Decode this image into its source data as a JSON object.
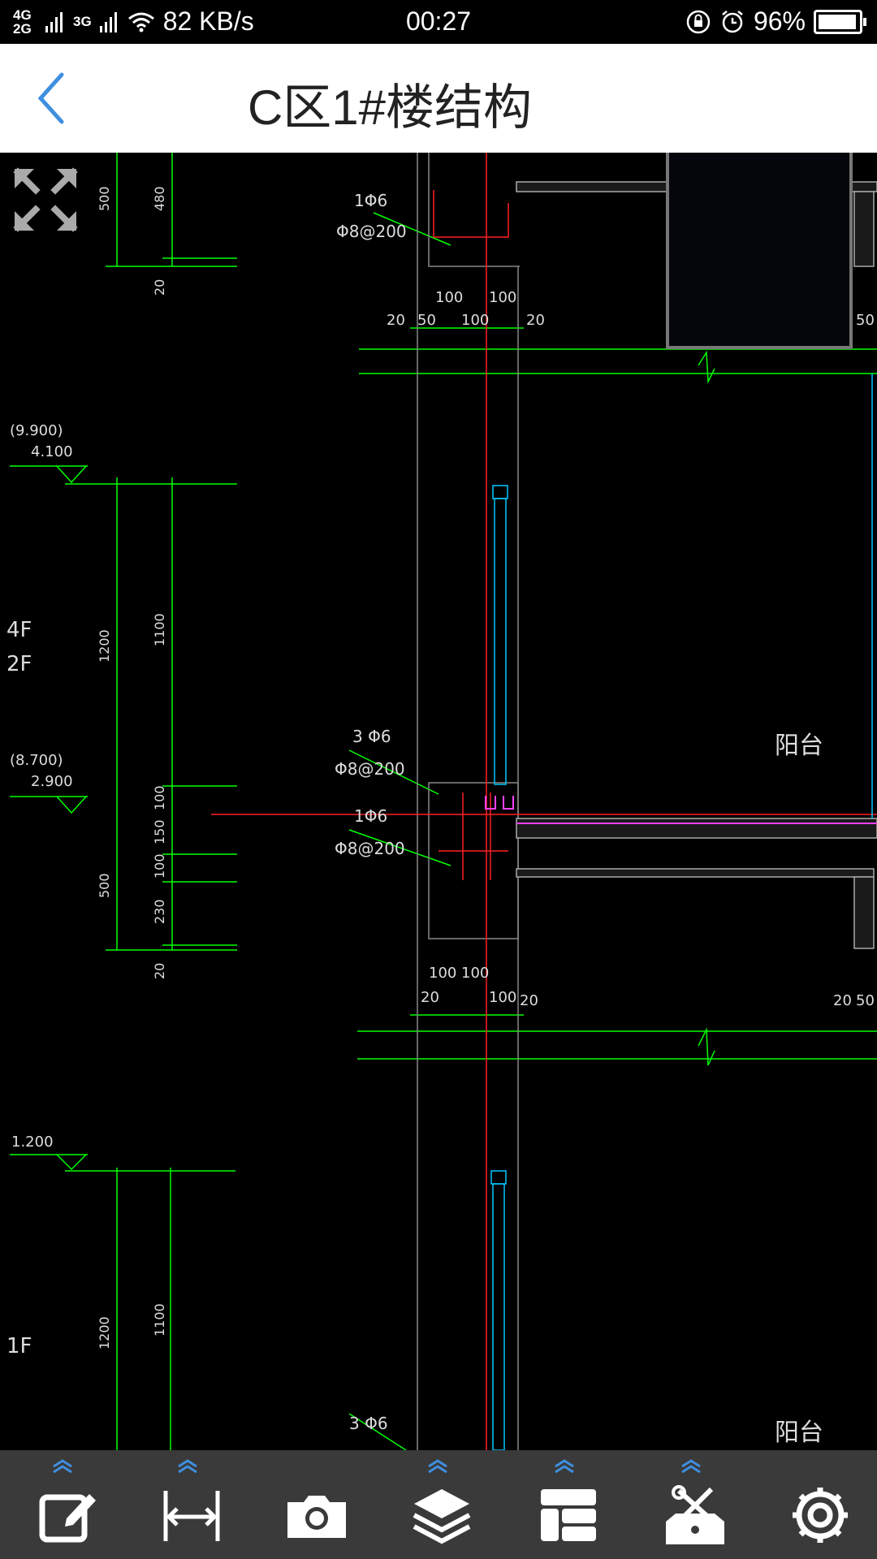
{
  "statusbar": {
    "network": "4G 2G",
    "network2": "3G",
    "speed": "82 KB/s",
    "time": "00:27",
    "battery": "96%",
    "battery_level": 0.96
  },
  "header": {
    "title": "C区1#楼结构",
    "back_icon": "chevron-left-icon"
  },
  "drawing": {
    "elev_9900": "(9.900)",
    "elev_4100": "4.100",
    "elev_8700": "(8.700)",
    "elev_2900": "2.900",
    "elev_1200": "1.200",
    "floor_4f": "4F",
    "floor_2f": "2F",
    "floor_1f": "1F",
    "dim_500": "500",
    "dim_480": "480",
    "dim_20": "20",
    "dim_1200": "1200",
    "dim_1100": "1100",
    "dim_100": "100",
    "dim_150": "150",
    "dim_230": "230",
    "dim_50": "50",
    "rebar_1phi6": "1Φ6",
    "rebar_phi8_200": "Φ8@200",
    "rebar_3phi6": "3 Φ6",
    "balcony": "阳台"
  },
  "toolbar": {
    "items": [
      {
        "name": "edit-icon"
      },
      {
        "name": "measure-icon"
      },
      {
        "name": "camera-icon"
      },
      {
        "name": "layers-icon"
      },
      {
        "name": "layout-icon"
      },
      {
        "name": "tools-icon"
      },
      {
        "name": "gear-icon"
      }
    ]
  },
  "colors": {
    "accent": "#3f8fe0",
    "cad_green": "#00ff00",
    "cad_red": "#ff2020",
    "cad_cyan": "#00c8ff",
    "cad_magenta": "#ff40ff",
    "toolbar_bg": "#3a3a3a",
    "toolbar_icon": "#ffffff"
  }
}
